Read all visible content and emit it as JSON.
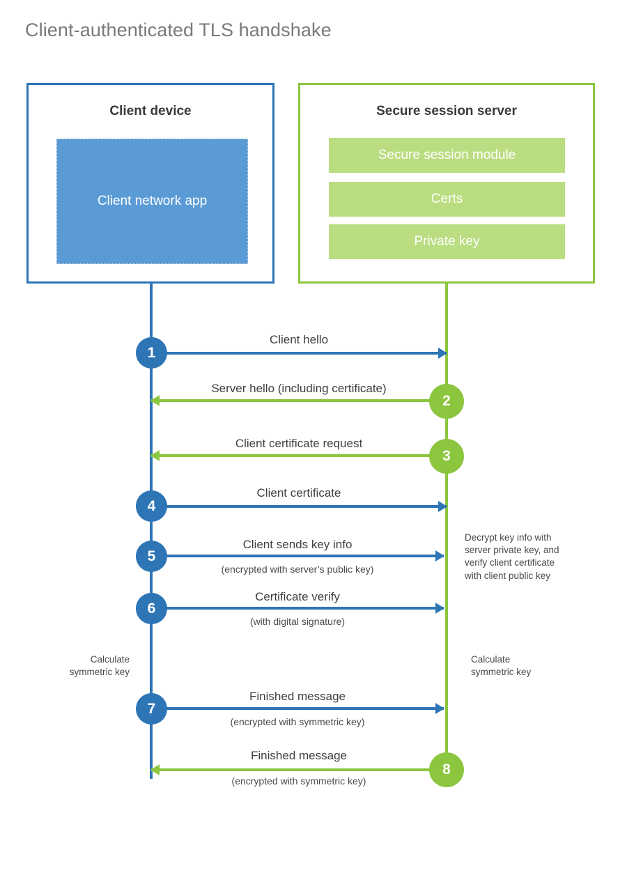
{
  "title": "Client-authenticated TLS handshake",
  "colors": {
    "client_accent": "#2E75B6",
    "client_fill": "#5B9BD5",
    "server_accent": "#8CC63F",
    "server_fill": "#B9DD80",
    "title_text": "#7a7a7a",
    "body_text": "#3f3f3f"
  },
  "actors": {
    "client": {
      "title": "Client device",
      "blocks": [
        {
          "label": "Client network app"
        }
      ]
    },
    "server": {
      "title": "Secure session server",
      "blocks": [
        {
          "label": "Secure session module"
        },
        {
          "label": "Certs"
        },
        {
          "label": "Private key"
        }
      ]
    }
  },
  "steps": [
    {
      "number": "1",
      "label": "Client hello",
      "sublabel": "",
      "direction": "client-to-server",
      "side": "client"
    },
    {
      "number": "2",
      "label": "Server hello (including certificate)",
      "sublabel": "",
      "direction": "server-to-client",
      "side": "server"
    },
    {
      "number": "3",
      "label": "Client certificate request",
      "sublabel": "",
      "direction": "server-to-client",
      "side": "server"
    },
    {
      "number": "4",
      "label": "Client certificate",
      "sublabel": "",
      "direction": "client-to-server",
      "side": "client"
    },
    {
      "number": "5",
      "label": "Client sends key info",
      "sublabel": "(encrypted with server’s public key)",
      "direction": "client-to-server",
      "side": "client"
    },
    {
      "number": "6",
      "label": "Certificate verify",
      "sublabel": "(with digital signature)",
      "direction": "client-to-server",
      "side": "client"
    },
    {
      "number": "7",
      "label": "Finished message",
      "sublabel": "(encrypted with symmetric key)",
      "direction": "client-to-server",
      "side": "client"
    },
    {
      "number": "8",
      "label": "Finished message",
      "sublabel": "(encrypted with symmetric key)",
      "direction": "server-to-client",
      "side": "server"
    }
  ],
  "annotations": {
    "server_decrypt": "Decrypt key info with server private key, and verify client certificate with client public key",
    "server_decrypt_lines": [
      "Decrypt key info with",
      "server private key, and",
      "verify client certificate",
      "with client public key"
    ],
    "client_calc": "Calculate symmetric key",
    "client_calc_lines": [
      "Calculate",
      "symmetric key"
    ],
    "server_calc": "Calculate symmetric key",
    "server_calc_lines": [
      "Calculate",
      "symmetric key"
    ]
  }
}
